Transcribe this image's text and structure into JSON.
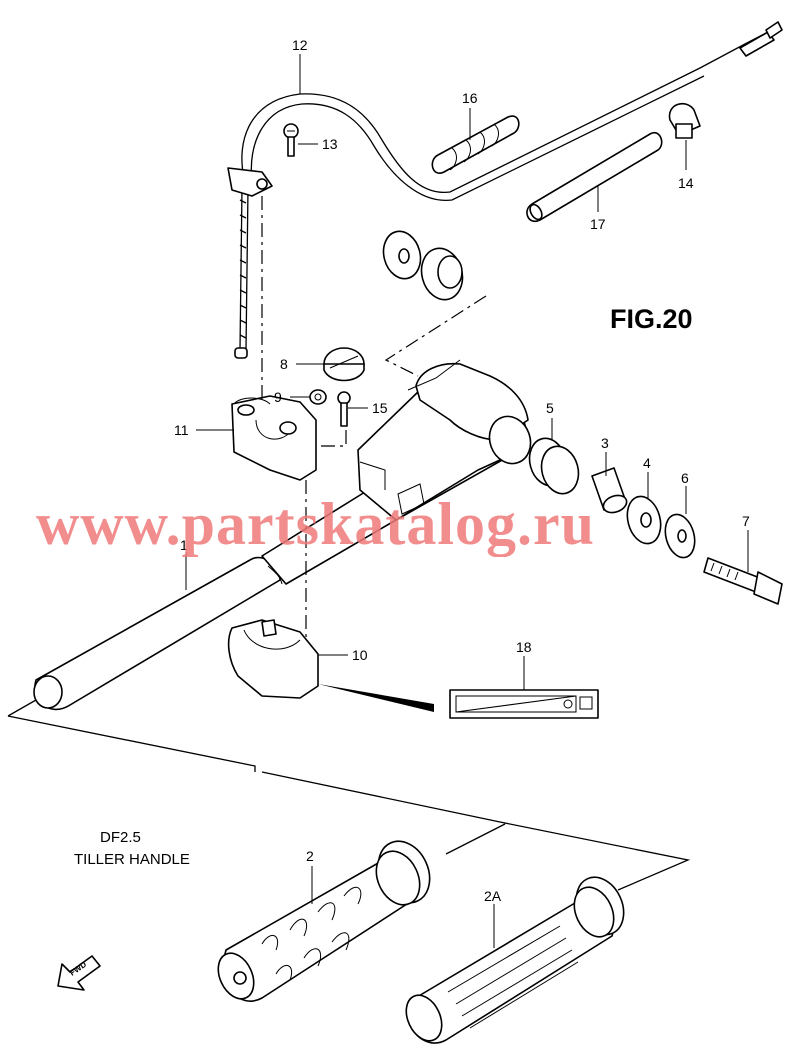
{
  "figure_title": "FIG.20",
  "caption": {
    "model": "DF2.5",
    "name": "TILLER HANDLE"
  },
  "watermark": "www.partskatalog.ru",
  "fwd_label": "FWD",
  "callouts": {
    "p1": "1",
    "p2": "2",
    "p2a": "2A",
    "p3": "3",
    "p4": "4",
    "p5": "5",
    "p6": "6",
    "p7": "7",
    "p8": "8",
    "p9": "9",
    "p10": "10",
    "p11": "11",
    "p12": "12",
    "p13": "13",
    "p14": "14",
    "p15": "15",
    "p16": "16",
    "p17": "17",
    "p18": "18"
  }
}
